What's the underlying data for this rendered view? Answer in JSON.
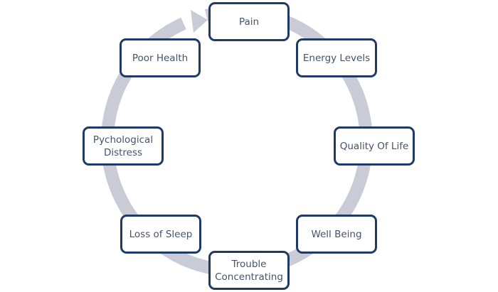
{
  "diagram": {
    "type": "cycle",
    "direction": "clockwise",
    "colors": {
      "arrow": "#c9ccd6",
      "border": "#1f3a64",
      "text": "#44546a",
      "background": "#ffffff"
    },
    "nodes": [
      {
        "id": "pain",
        "label": "Pain"
      },
      {
        "id": "energy-levels",
        "label": "Energy Levels"
      },
      {
        "id": "quality-of-life",
        "label": "Quality Of Life"
      },
      {
        "id": "well-being",
        "label": "Well Being"
      },
      {
        "id": "trouble-concentrating",
        "label": "Trouble\nConcentrating"
      },
      {
        "id": "loss-of-sleep",
        "label": "Loss of Sleep"
      },
      {
        "id": "psychological-distress",
        "label": "Pychological\nDistress"
      },
      {
        "id": "poor-health",
        "label": "Poor Health"
      }
    ]
  }
}
